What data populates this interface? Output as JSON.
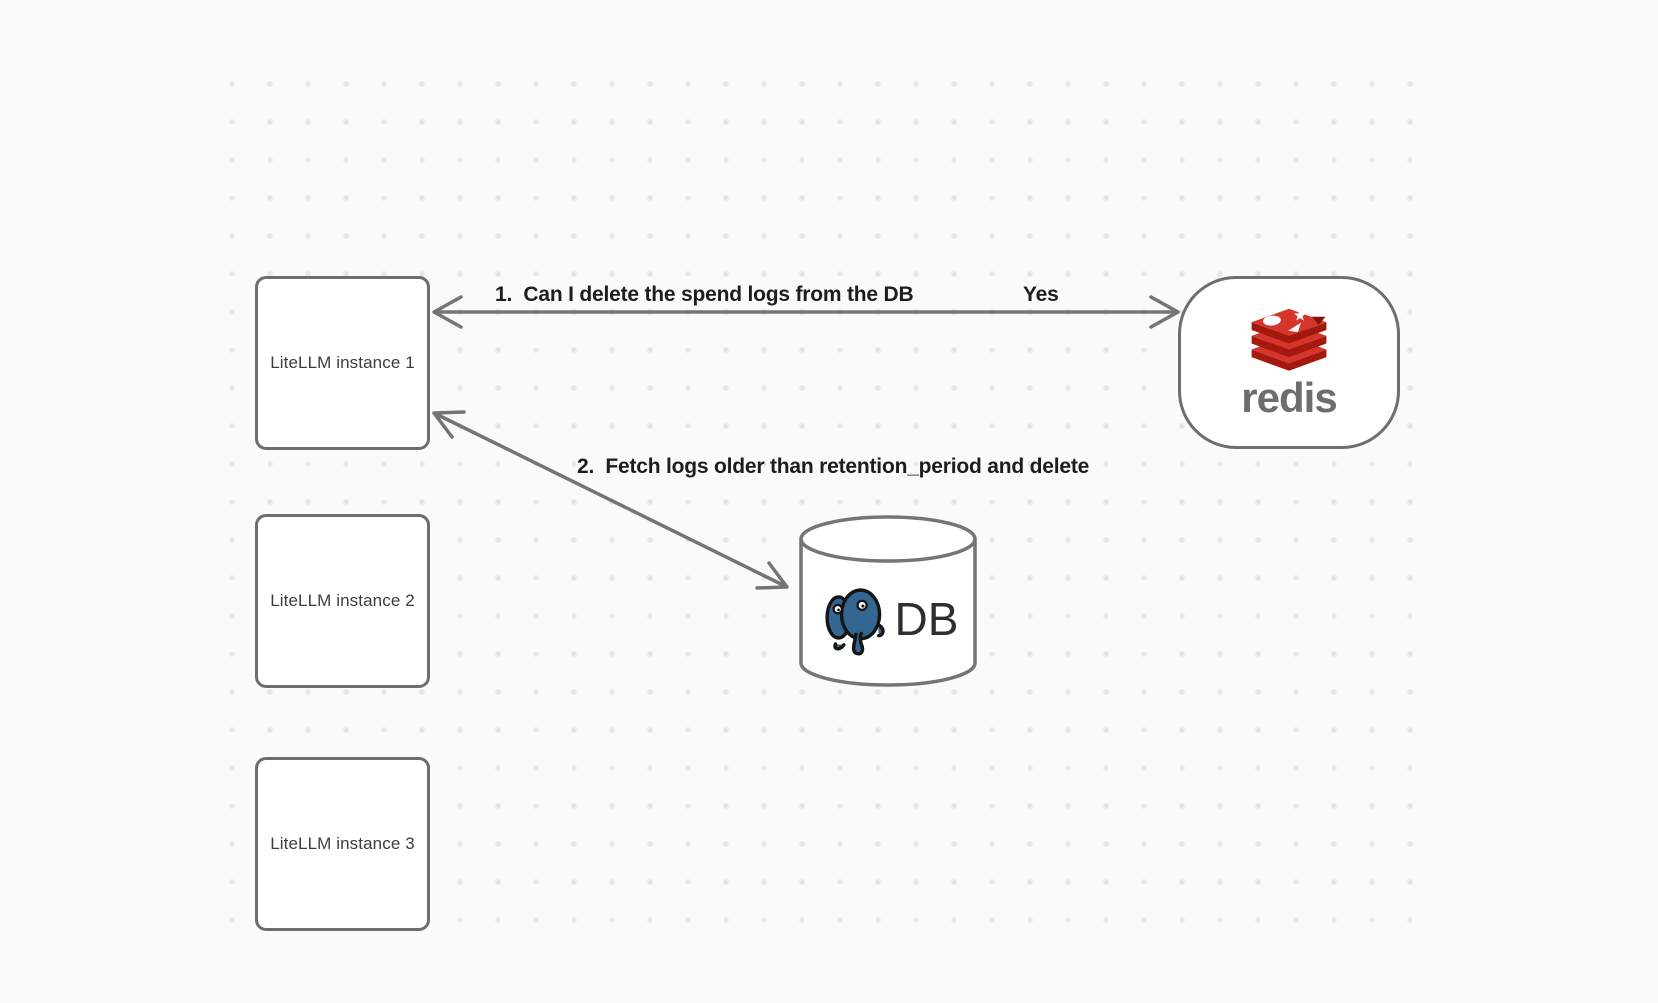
{
  "diagram": {
    "nodes": {
      "litellm1": "LiteLLM instance 1",
      "litellm2": "LiteLLM instance 2",
      "litellm3": "LiteLLM instance 3",
      "redis_wordmark": "redis",
      "db": "DB"
    },
    "edges": {
      "edge1_label": "1.  Can I delete the spend logs from the DB",
      "edge1_response": "Yes",
      "edge2_label": "2.  Fetch logs older than retention_period and delete"
    },
    "icons": {
      "redis": "redis-logo-icon",
      "postgres": "postgresql-logo-icon",
      "database": "database-cylinder"
    },
    "colors": {
      "background": "#fafafa",
      "grid_dot": "#e7e7e7",
      "shape_border": "#6e6e6e",
      "arrow": "#747474",
      "node_text": "#3d3d3d",
      "label_text": "#1d1d1d",
      "redis_red": "#d5352b",
      "redis_dark_red": "#a3190f",
      "redis_wordmark_gray": "#6d6d6d",
      "postgres_blue": "#336791",
      "db_text": "#2e2e2e"
    }
  }
}
